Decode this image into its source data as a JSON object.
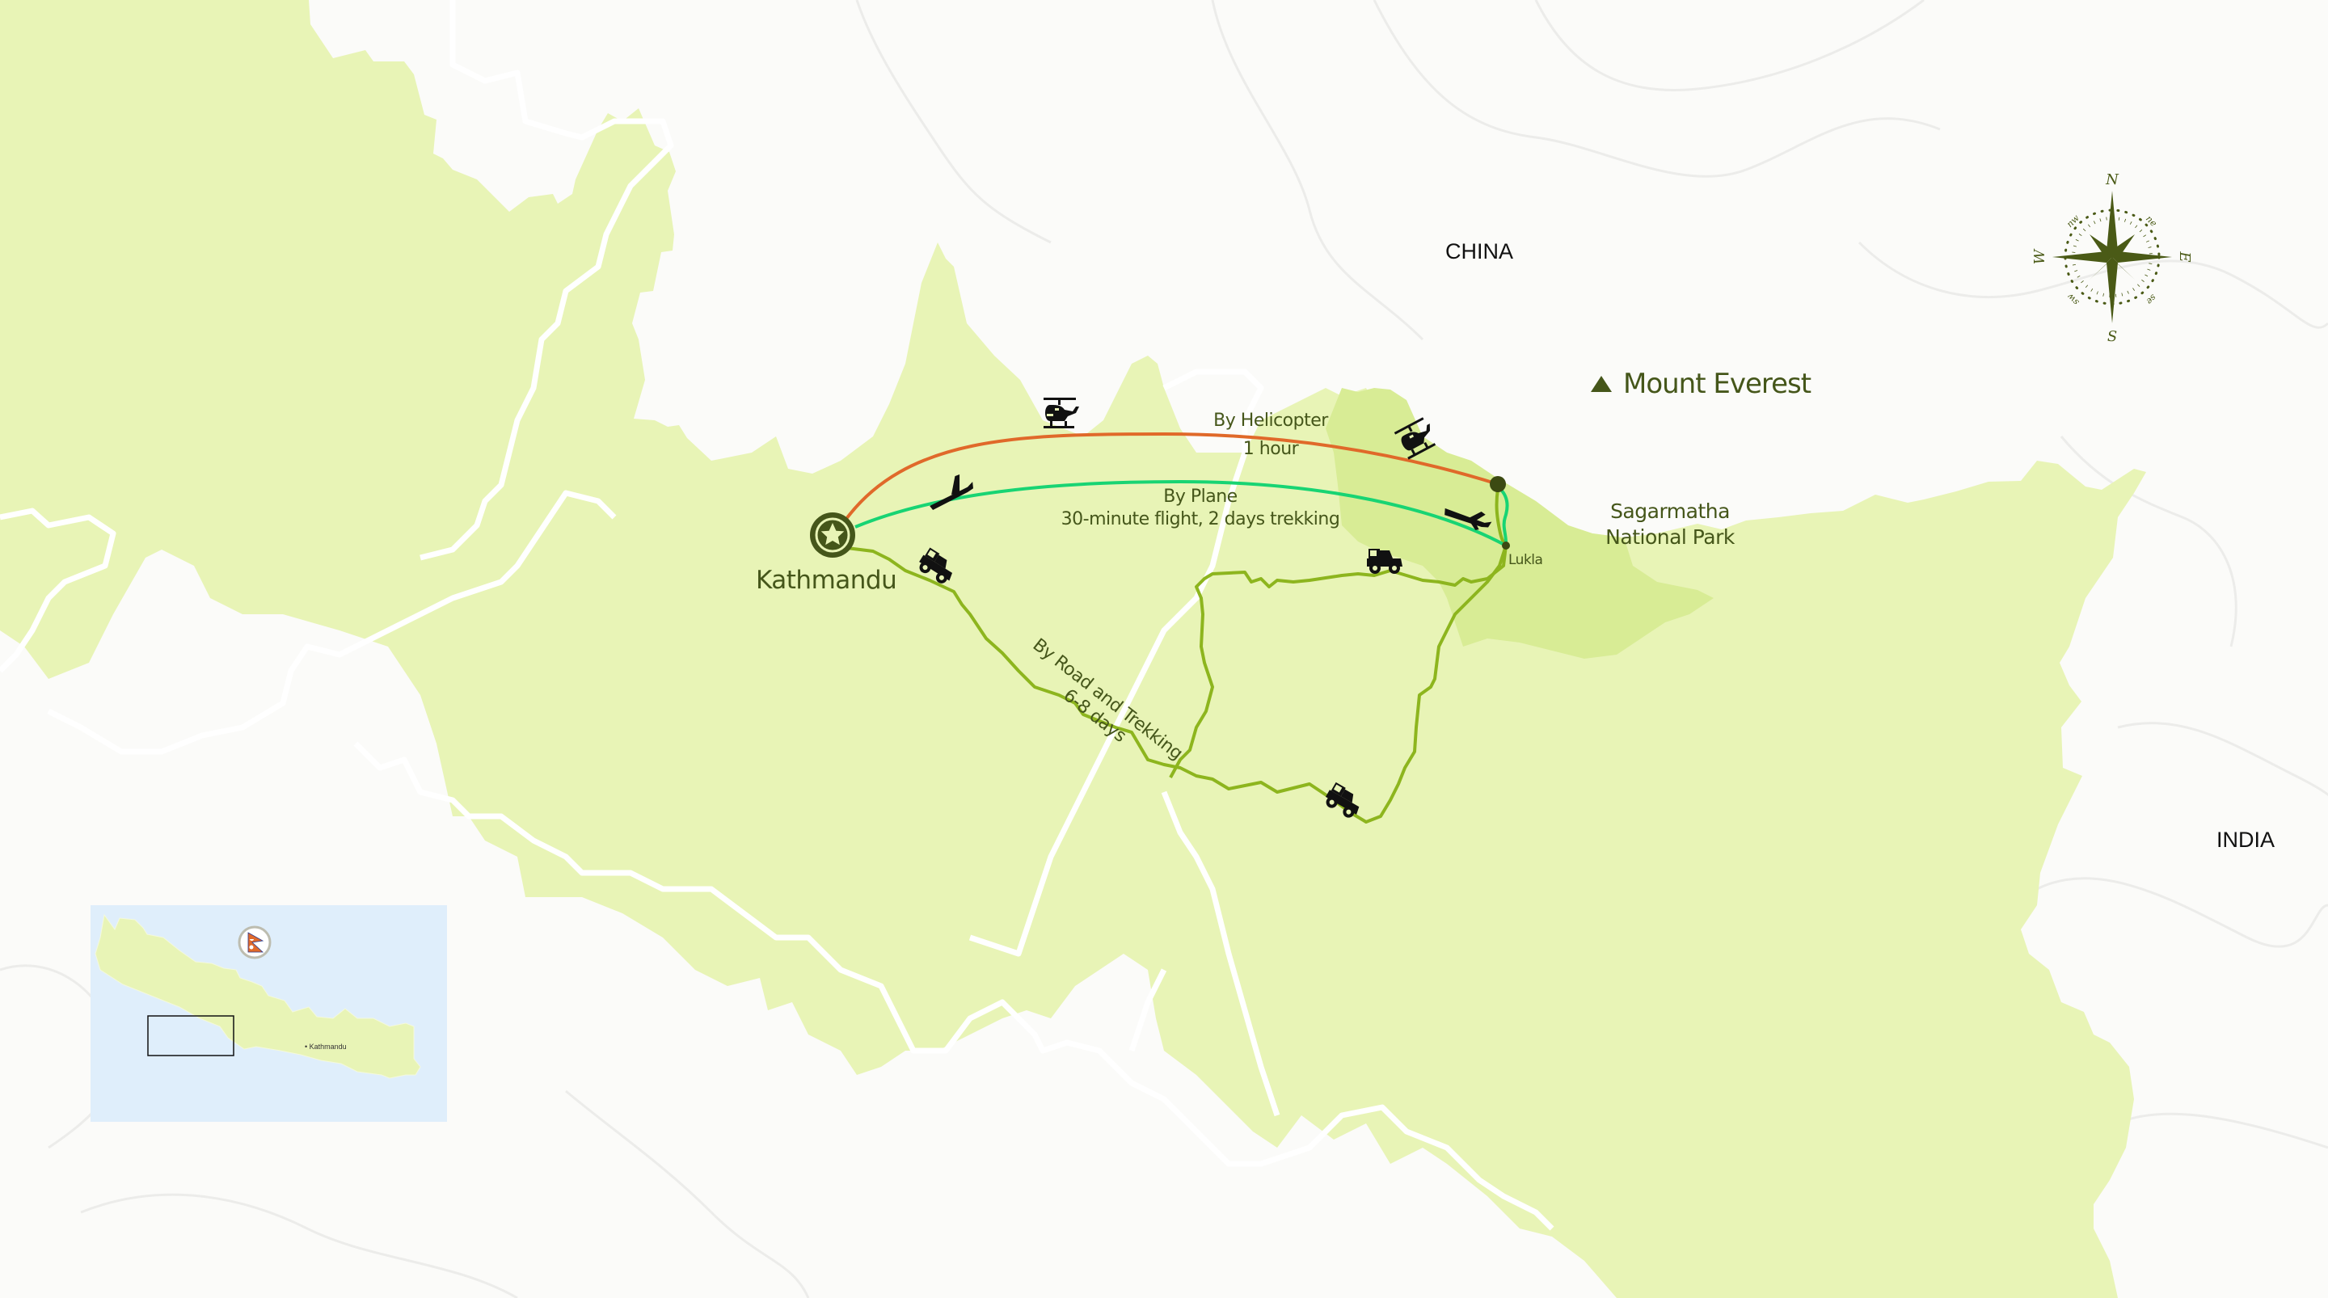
{
  "map": {
    "countries": {
      "north": "CHINA",
      "south_east": "INDIA"
    },
    "origin": {
      "name": "Kathmandu",
      "icon": "star-marker-icon"
    },
    "destination": {
      "name": "Lukla"
    },
    "landmark": {
      "name": "Mount Everest",
      "icon": "mountain-triangle-icon"
    },
    "park": {
      "line1": "Sagarmatha",
      "line2": "National Park"
    },
    "routes": [
      {
        "mode": "helicopter",
        "title": "By Helicopter",
        "subtitle": "1 hour",
        "color": "#e0692a",
        "icon": "helicopter-icon"
      },
      {
        "mode": "plane",
        "title": "By Plane",
        "subtitle": "30-minute flight, 2 days trekking",
        "color": "#18d473",
        "icon": "airplane-icon"
      },
      {
        "mode": "road",
        "title": "By Road and Trekking",
        "subtitle": "6-8 days",
        "color": "#8db51e",
        "icon": "jeep-icon"
      }
    ],
    "compass": {
      "n": "N",
      "s": "S",
      "e": "E",
      "w": "W",
      "ne": "ne",
      "nw": "nw",
      "se": "se",
      "sw": "sw"
    },
    "inset": {
      "label": "Kathmandu",
      "flag": "nepal-flag-icon"
    },
    "colors": {
      "land": "#e8f4b6",
      "park": "#d8ec95",
      "background": "#fbfbf9",
      "text": "#45561a",
      "inset_water": "#dfeefb"
    }
  }
}
